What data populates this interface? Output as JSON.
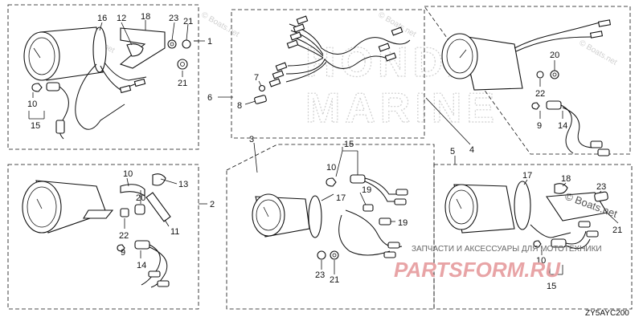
{
  "diagram": {
    "callouts": {
      "c1": "1",
      "c2": "2",
      "c3": "3",
      "c4": "4",
      "c5": "5",
      "c6": "6",
      "c7": "7",
      "c8": "8",
      "c9a": "9",
      "c9b": "9",
      "c10a": "10",
      "c10b": "10",
      "c10c": "10",
      "c11": "11",
      "c12": "12",
      "c13": "13",
      "c14a": "14",
      "c14b": "14",
      "c15a": "15",
      "c15b": "15",
      "c15c": "15",
      "c16": "16",
      "c17a": "17",
      "c17b": "17",
      "c18a": "18",
      "c18b": "18",
      "c19a": "19",
      "c19b": "19",
      "c20a": "20",
      "c20b": "20",
      "c21a": "21",
      "c21b": "21",
      "c21c": "21",
      "c21d": "21",
      "c22a": "22",
      "c22b": "22",
      "c23a": "23",
      "c23b": "23",
      "c23c": "23"
    },
    "watermark_top": "HONDA",
    "watermark_bottom": "MARINE",
    "watermark_boats": "© Boats.net",
    "boats_overlay": "© Boats.net",
    "ru_caption": "ЗАПЧАСТИ И АКСЕССУАРЫ ДЛЯ МОТОТЕХНИКИ",
    "brand": "PARTSFORM.RU",
    "code": "ZY5AYC200"
  },
  "colors": {
    "line": "#111111",
    "watermark": "#cfcfcf",
    "brand": "#e8a4a6"
  }
}
